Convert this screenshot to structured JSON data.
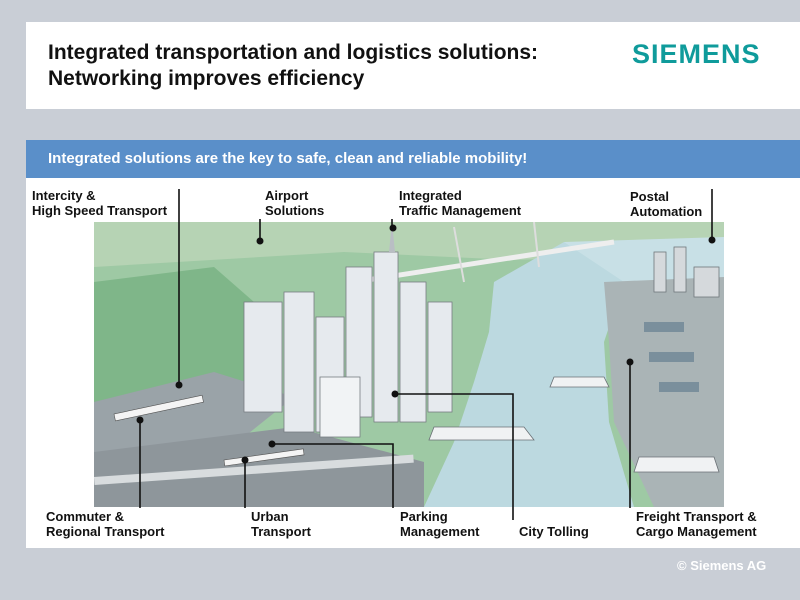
{
  "slide": {
    "title_line1": "Integrated transportation and logistics solutions:",
    "title_line2": "Networking improves efficiency",
    "logo": "SIEMENS",
    "banner": "Integrated solutions are the key to safe, clean and reliable mobility!",
    "copyright": "© Siemens AG"
  },
  "labels": {
    "intercity_1": "Intercity &",
    "intercity_2": "High Speed Transport",
    "airport_1": "Airport",
    "airport_2": "Solutions",
    "traffic_1": "Integrated",
    "traffic_2": "Traffic Management",
    "postal_1": "Postal",
    "postal_2": "Automation",
    "commuter_1": "Commuter &",
    "commuter_2": "Regional Transport",
    "urban_1": "Urban",
    "urban_2": "Transport",
    "parking_1": "Parking",
    "parking_2": "Management",
    "tolling": "City Tolling",
    "freight_1": "Freight Transport &",
    "freight_2": "Cargo Management"
  },
  "colors": {
    "background": "#c9ced6",
    "banner": "#5a8fc9",
    "logo": "#0f9b9b",
    "water": "#bcd9e0",
    "land": "#8fc29a"
  }
}
